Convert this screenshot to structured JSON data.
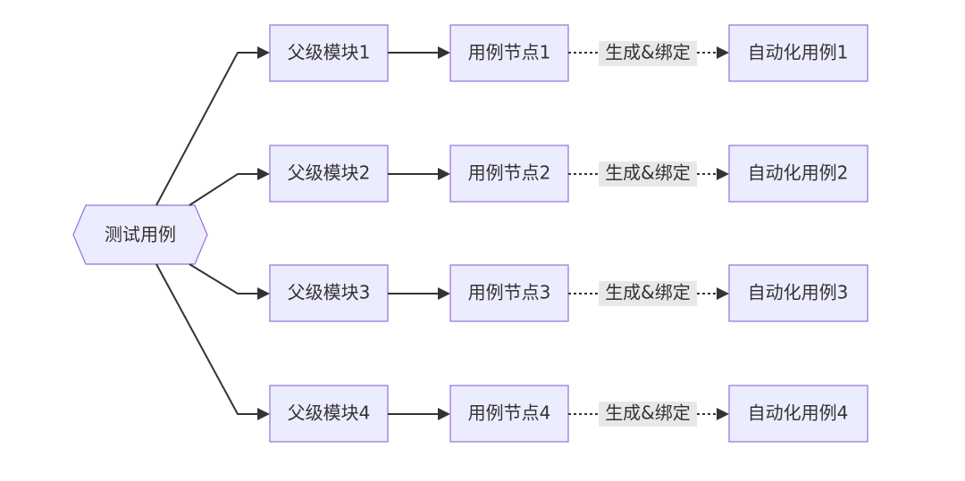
{
  "root": {
    "label": "测试用例"
  },
  "rows": [
    {
      "module": "父级模块1",
      "node": "用例节点1",
      "edge_label": "生成&绑定",
      "auto": "自动化用例1"
    },
    {
      "module": "父级模块2",
      "node": "用例节点2",
      "edge_label": "生成&绑定",
      "auto": "自动化用例2"
    },
    {
      "module": "父级模块3",
      "node": "用例节点3",
      "edge_label": "生成&绑定",
      "auto": "自动化用例3"
    },
    {
      "module": "父级模块4",
      "node": "用例节点4",
      "edge_label": "生成&绑定",
      "auto": "自动化用例4"
    }
  ]
}
